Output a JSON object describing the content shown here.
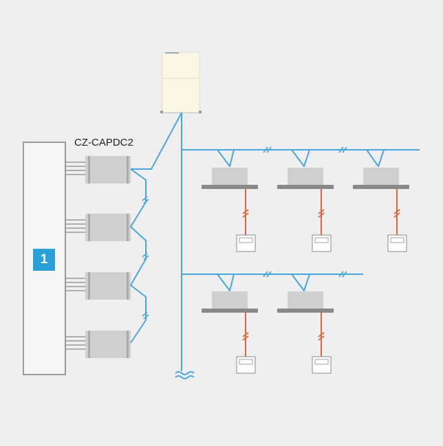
{
  "diagram": {
    "adapter_label": "CZ-CAPDC2",
    "controller_badge": "1",
    "colors": {
      "background": "#efefef",
      "refrigerant_line": "#4aa6dc",
      "control_wire": "#e0643a",
      "unit_fill": "#cfcfcf",
      "unit_panel": "#888888",
      "outdoor_unit": "#fbf7e3",
      "badge": "#2a9fd8"
    },
    "icons": {
      "break": "double-slash-break",
      "pipe_end": "wavy-end"
    }
  }
}
